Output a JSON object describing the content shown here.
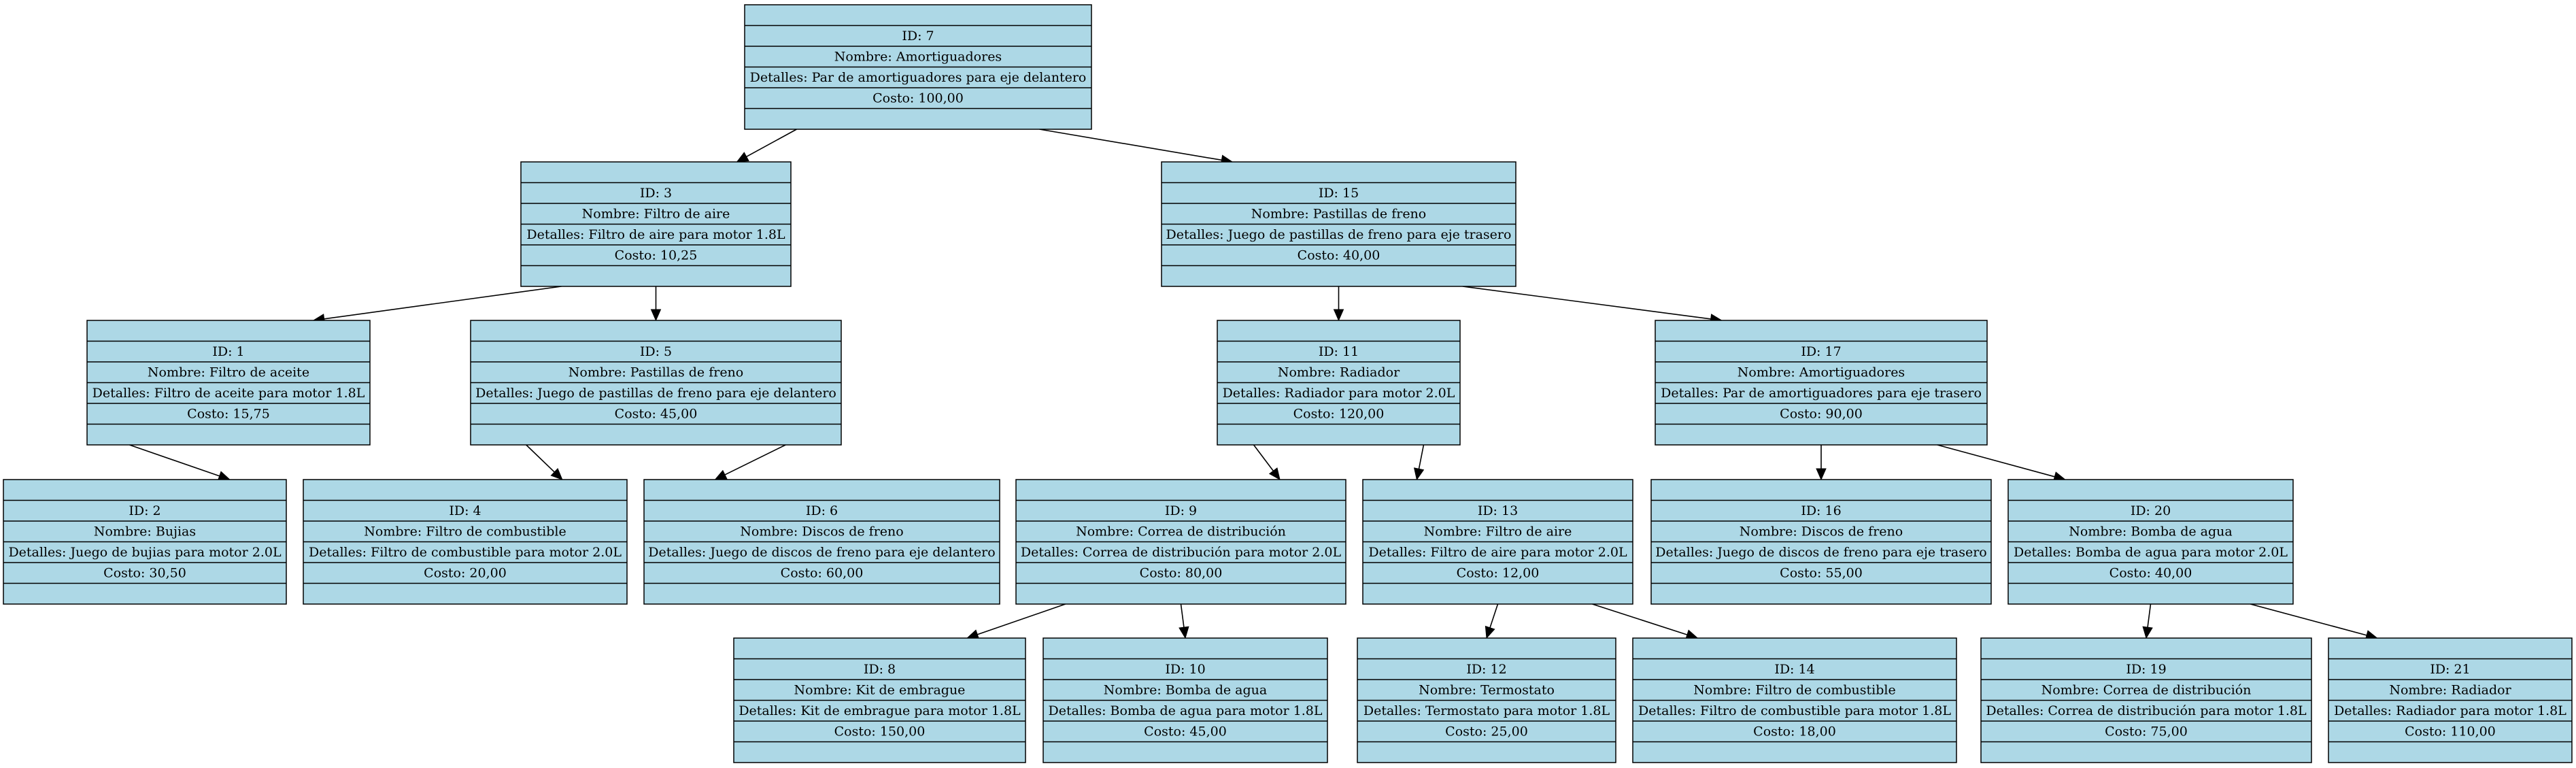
{
  "colors": {
    "node_fill": "#add8e6",
    "border": "#000000",
    "background": "#ffffff"
  },
  "nodes": [
    {
      "key": "7",
      "id": "ID: 7",
      "nombre": "Nombre: Amortiguadores",
      "detalles": "Detalles: Par de amortiguadores para eje delantero",
      "costo": "Costo: 100,00"
    },
    {
      "key": "3",
      "id": "ID: 3",
      "nombre": "Nombre: Filtro de aire",
      "detalles": "Detalles: Filtro de aire para motor 1.8L",
      "costo": "Costo: 10,25"
    },
    {
      "key": "15",
      "id": "ID: 15",
      "nombre": "Nombre: Pastillas de freno",
      "detalles": "Detalles: Juego de pastillas de freno para eje trasero",
      "costo": "Costo: 40,00"
    },
    {
      "key": "1",
      "id": "ID: 1",
      "nombre": "Nombre: Filtro de aceite",
      "detalles": "Detalles: Filtro de aceite para motor 1.8L",
      "costo": "Costo: 15,75"
    },
    {
      "key": "5",
      "id": "ID: 5",
      "nombre": "Nombre: Pastillas de freno",
      "detalles": "Detalles: Juego de pastillas de freno para eje delantero",
      "costo": "Costo: 45,00"
    },
    {
      "key": "11",
      "id": "ID: 11",
      "nombre": "Nombre: Radiador",
      "detalles": "Detalles: Radiador para motor 2.0L",
      "costo": "Costo: 120,00"
    },
    {
      "key": "17",
      "id": "ID: 17",
      "nombre": "Nombre: Amortiguadores",
      "detalles": "Detalles: Par de amortiguadores para eje trasero",
      "costo": "Costo: 90,00"
    },
    {
      "key": "2",
      "id": "ID: 2",
      "nombre": "Nombre: Bujias",
      "detalles": "Detalles: Juego de bujias para motor 2.0L",
      "costo": "Costo: 30,50"
    },
    {
      "key": "4",
      "id": "ID: 4",
      "nombre": "Nombre: Filtro de combustible",
      "detalles": "Detalles: Filtro de combustible para motor 2.0L",
      "costo": "Costo: 20,00"
    },
    {
      "key": "6",
      "id": "ID: 6",
      "nombre": "Nombre: Discos de freno",
      "detalles": "Detalles: Juego de discos de freno para eje delantero",
      "costo": "Costo: 60,00"
    },
    {
      "key": "9",
      "id": "ID: 9",
      "nombre": "Nombre: Correa de distribución",
      "detalles": "Detalles: Correa de distribución para motor 2.0L",
      "costo": "Costo: 80,00"
    },
    {
      "key": "13",
      "id": "ID: 13",
      "nombre": "Nombre: Filtro de aire",
      "detalles": "Detalles: Filtro de aire para motor 2.0L",
      "costo": "Costo: 12,00"
    },
    {
      "key": "16",
      "id": "ID: 16",
      "nombre": "Nombre: Discos de freno",
      "detalles": "Detalles: Juego de discos de freno para eje trasero",
      "costo": "Costo: 55,00"
    },
    {
      "key": "20",
      "id": "ID: 20",
      "nombre": "Nombre: Bomba de agua",
      "detalles": "Detalles: Bomba de agua para motor 2.0L",
      "costo": "Costo: 40,00"
    },
    {
      "key": "8",
      "id": "ID: 8",
      "nombre": "Nombre: Kit de embrague",
      "detalles": "Detalles: Kit de embrague para motor 1.8L",
      "costo": "Costo: 150,00"
    },
    {
      "key": "10",
      "id": "ID: 10",
      "nombre": "Nombre: Bomba de agua",
      "detalles": "Detalles: Bomba de agua para motor 1.8L",
      "costo": "Costo: 45,00"
    },
    {
      "key": "12",
      "id": "ID: 12",
      "nombre": "Nombre: Termostato",
      "detalles": "Detalles: Termostato para motor 1.8L",
      "costo": "Costo: 25,00"
    },
    {
      "key": "14",
      "id": "ID: 14",
      "nombre": "Nombre: Filtro de combustible",
      "detalles": "Detalles: Filtro de combustible para motor 1.8L",
      "costo": "Costo: 18,00"
    },
    {
      "key": "19",
      "id": "ID: 19",
      "nombre": "Nombre: Correa de distribución",
      "detalles": "Detalles: Correa de distribución para motor 1.8L",
      "costo": "Costo: 75,00"
    },
    {
      "key": "21",
      "id": "ID: 21",
      "nombre": "Nombre: Radiador",
      "detalles": "Detalles: Radiador para motor 1.8L",
      "costo": "Costo: 110,00"
    }
  ],
  "edges": [
    {
      "from": "7",
      "to": "3"
    },
    {
      "from": "7",
      "to": "15"
    },
    {
      "from": "3",
      "to": "1"
    },
    {
      "from": "3",
      "to": "5"
    },
    {
      "from": "15",
      "to": "11"
    },
    {
      "from": "15",
      "to": "17"
    },
    {
      "from": "1",
      "to": "2"
    },
    {
      "from": "5",
      "to": "4"
    },
    {
      "from": "5",
      "to": "6"
    },
    {
      "from": "11",
      "to": "9"
    },
    {
      "from": "11",
      "to": "13"
    },
    {
      "from": "17",
      "to": "16"
    },
    {
      "from": "17",
      "to": "20"
    },
    {
      "from": "9",
      "to": "8"
    },
    {
      "from": "9",
      "to": "10"
    },
    {
      "from": "13",
      "to": "12"
    },
    {
      "from": "13",
      "to": "14"
    },
    {
      "from": "20",
      "to": "19"
    },
    {
      "from": "20",
      "to": "21"
    }
  ]
}
